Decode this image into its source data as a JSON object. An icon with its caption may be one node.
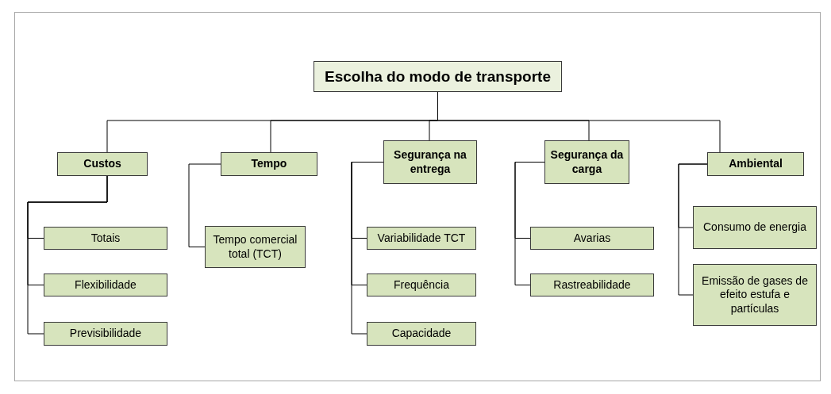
{
  "diagram": {
    "nodes": [
      {
        "text": [
          "Escolha do modo de transporte"
        ]
      },
      {
        "text": [
          "Custos"
        ]
      },
      {
        "text": [
          "Tempo"
        ]
      },
      {
        "text": [
          "Segurança na entrega"
        ]
      },
      {
        "text": [
          "Segurança da carga"
        ]
      },
      {
        "text": [
          "Ambiental"
        ]
      },
      {
        "text": [
          "Totais"
        ]
      },
      {
        "text": [
          "Flexibilidade"
        ]
      },
      {
        "text": [
          "Previsibilidade"
        ]
      },
      {
        "text": [
          "Tempo comercial total (TCT)"
        ]
      },
      {
        "text": [
          "Variabilidade TCT"
        ]
      },
      {
        "text": [
          "Frequência"
        ]
      },
      {
        "text": [
          "Capacidade"
        ]
      },
      {
        "text": [
          "Avarias"
        ]
      },
      {
        "text": [
          "Rastreabilidade"
        ]
      },
      {
        "text": [
          "Consumo de energia"
        ]
      },
      {
        "text": [
          "Emissão de gases de efeito estufa e partículas"
        ]
      }
    ],
    "edges": [
      {
        "from": 0,
        "to": 1,
        "arrow": "none"
      },
      {
        "from": 0,
        "to": 2,
        "arrow": "none"
      },
      {
        "from": 0,
        "to": 3,
        "arrow": "none"
      },
      {
        "from": 0,
        "to": 4,
        "arrow": "none"
      },
      {
        "from": 0,
        "to": 5,
        "arrow": "none"
      },
      {
        "from": 1,
        "to": 6,
        "arrow": "none"
      },
      {
        "from": 1,
        "to": 7,
        "arrow": "none"
      },
      {
        "from": 1,
        "to": 8,
        "arrow": "none"
      },
      {
        "from": 2,
        "to": 9,
        "arrow": "none"
      },
      {
        "from": 3,
        "to": 10,
        "arrow": "none"
      },
      {
        "from": 3,
        "to": 11,
        "arrow": "none"
      },
      {
        "from": 3,
        "to": 12,
        "arrow": "none"
      },
      {
        "from": 4,
        "to": 13,
        "arrow": "none"
      },
      {
        "from": 4,
        "to": 14,
        "arrow": "none"
      },
      {
        "from": 5,
        "to": 15,
        "arrow": "none"
      },
      {
        "from": 5,
        "to": 16,
        "arrow": "none"
      }
    ]
  }
}
